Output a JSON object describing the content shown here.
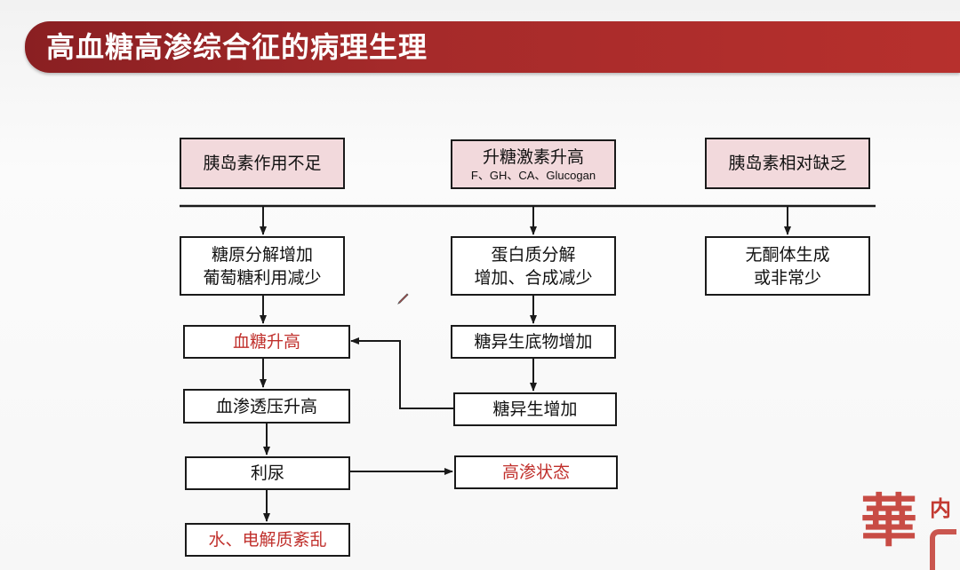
{
  "slide": {
    "title": "高血糖高渗综合征的病理生理"
  },
  "boxes": {
    "insulin_insufficient": "胰岛素作用不足",
    "hormone_rise": "升糖激素升高",
    "hormone_list": "F、GH、CA、Glucogan",
    "insulin_relative_lack": "胰岛素相对缺乏",
    "glycogen_line1": "糖原分解增加",
    "glycogen_line2": "葡萄糖利用减少",
    "protein_line1": "蛋白质分解",
    "protein_line2": "增加、合成减少",
    "ketone_line1": "无酮体生成",
    "ketone_line2": "或非常少",
    "blood_glucose_high": "血糖升高",
    "gluconeo_substrate": "糖异生底物增加",
    "osmotic_pressure_high": "血渗透压升高",
    "gluconeo_increase": "糖异生增加",
    "diuresis": "利尿",
    "hyperosmolar_state": "高渗状态",
    "water_electrolyte": "水、电解质紊乱"
  },
  "logo": {
    "main_char": "華",
    "side_char": "内"
  },
  "colors": {
    "title_bar": "#a52a2a",
    "pink_fill": "#f2d9dc",
    "red_text": "#c0302c",
    "logo_red": "#c33a32"
  }
}
